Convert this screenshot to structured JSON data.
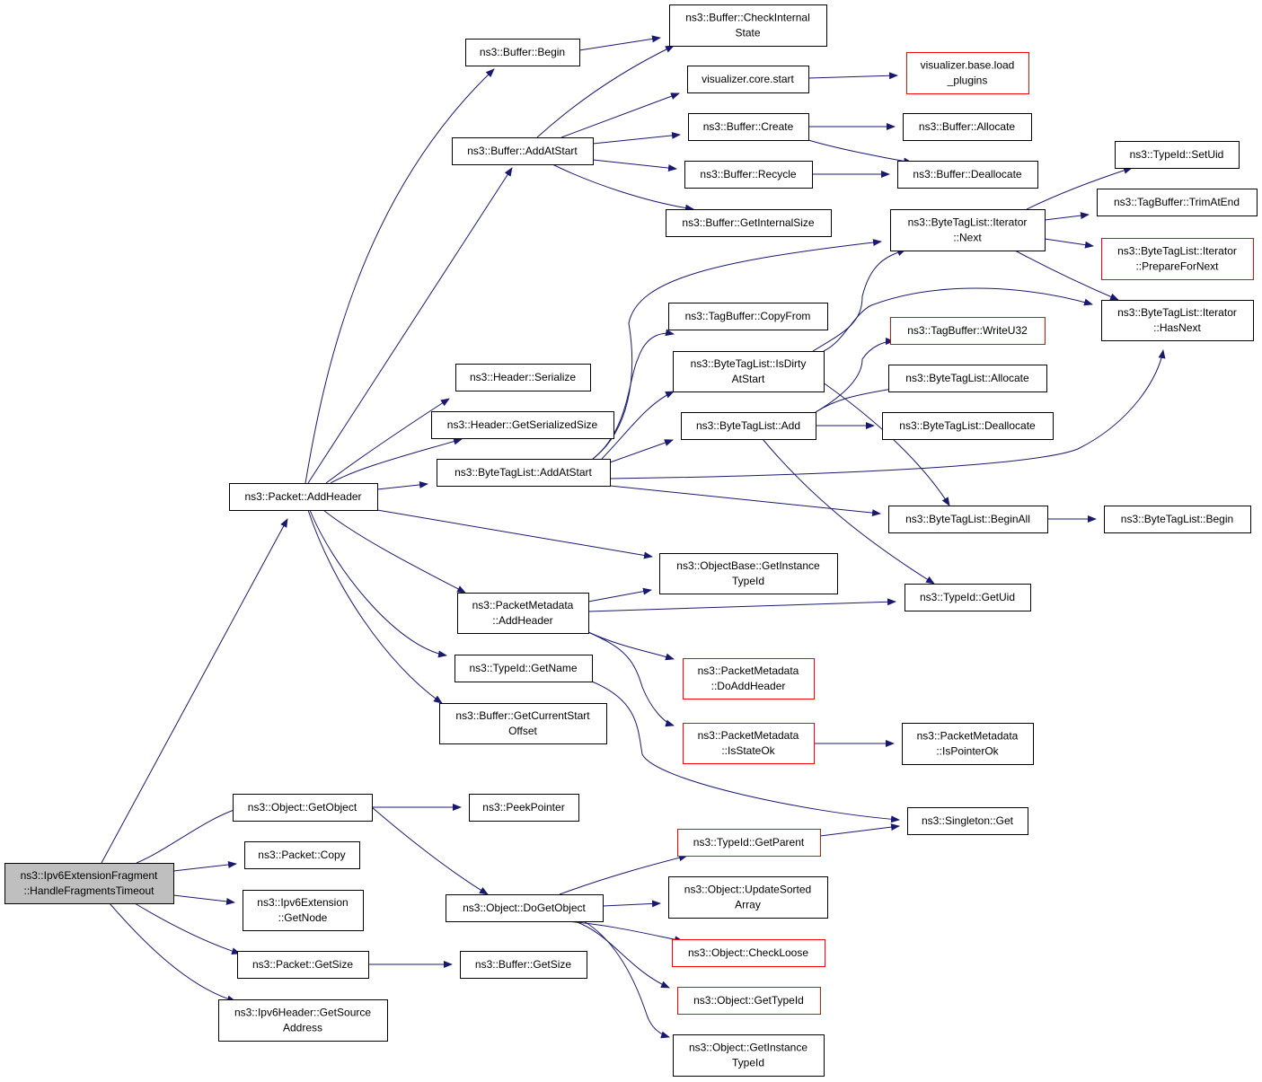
{
  "diagram": {
    "colors": {
      "edge": "#191970",
      "node_border": "#000000",
      "node_border_red": "#ff0000",
      "root_fill": "#bfbfbf"
    },
    "nodes": [
      {
        "id": "root",
        "lines": [
          "ns3::Ipv6ExtensionFragment",
          "::HandleFragmentsTimeout"
        ],
        "style": "root"
      },
      {
        "id": "addheader",
        "lines": [
          "ns3::Packet::AddHeader"
        ],
        "style": "normal"
      },
      {
        "id": "getobject",
        "lines": [
          "ns3::Object::GetObject"
        ],
        "style": "normal"
      },
      {
        "id": "copy",
        "lines": [
          "ns3::Packet::Copy"
        ],
        "style": "normal"
      },
      {
        "id": "getnode",
        "lines": [
          "ns3::Ipv6Extension",
          "::GetNode"
        ],
        "style": "normal"
      },
      {
        "id": "getsize",
        "lines": [
          "ns3::Packet::GetSize"
        ],
        "style": "normal"
      },
      {
        "id": "getsrc",
        "lines": [
          "ns3::Ipv6Header::GetSource",
          "Address"
        ],
        "style": "normal"
      },
      {
        "id": "bufbegin",
        "lines": [
          "ns3::Buffer::Begin"
        ],
        "style": "normal"
      },
      {
        "id": "bufaddatstart",
        "lines": [
          "ns3::Buffer::AddAtStart"
        ],
        "style": "normal"
      },
      {
        "id": "hserialize",
        "lines": [
          "ns3::Header::Serialize"
        ],
        "style": "normal"
      },
      {
        "id": "hgetsersize",
        "lines": [
          "ns3::Header::GetSerializedSize"
        ],
        "style": "normal"
      },
      {
        "id": "btladdatstart",
        "lines": [
          "ns3::ByteTagList::AddAtStart"
        ],
        "style": "normal"
      },
      {
        "id": "pmaddheader",
        "lines": [
          "ns3::PacketMetadata",
          "::AddHeader"
        ],
        "style": "normal"
      },
      {
        "id": "tidgetname",
        "lines": [
          "ns3::TypeId::GetName"
        ],
        "style": "normal"
      },
      {
        "id": "bufgetcurstart",
        "lines": [
          "ns3::Buffer::GetCurrentStart",
          "Offset"
        ],
        "style": "normal"
      },
      {
        "id": "peekpointer",
        "lines": [
          "ns3::PeekPointer"
        ],
        "style": "normal"
      },
      {
        "id": "dogetobject",
        "lines": [
          "ns3::Object::DoGetObject"
        ],
        "style": "normal"
      },
      {
        "id": "bufgetsize",
        "lines": [
          "ns3::Buffer::GetSize"
        ],
        "style": "normal"
      },
      {
        "id": "bufcheck",
        "lines": [
          "ns3::Buffer::CheckInternal",
          "State"
        ],
        "style": "normal"
      },
      {
        "id": "vizstart",
        "lines": [
          "visualizer.core.start"
        ],
        "style": "normal"
      },
      {
        "id": "bufcreate",
        "lines": [
          "ns3::Buffer::Create"
        ],
        "style": "normal"
      },
      {
        "id": "bufrecycle",
        "lines": [
          "ns3::Buffer::Recycle"
        ],
        "style": "normal"
      },
      {
        "id": "bufgetinternal",
        "lines": [
          "ns3::Buffer::GetInternalSize"
        ],
        "style": "normal"
      },
      {
        "id": "tbcopyfrom",
        "lines": [
          "ns3::TagBuffer::CopyFrom"
        ],
        "style": "normal"
      },
      {
        "id": "btlisdirty",
        "lines": [
          "ns3::ByteTagList::IsDirty",
          "AtStart"
        ],
        "style": "normal"
      },
      {
        "id": "btladd",
        "lines": [
          "ns3::ByteTagList::Add"
        ],
        "style": "normal"
      },
      {
        "id": "objbasegetinst",
        "lines": [
          "ns3::ObjectBase::GetInstance",
          "TypeId"
        ],
        "style": "normal"
      },
      {
        "id": "pmdoaddheader",
        "lines": [
          "ns3::PacketMetadata",
          "::DoAddHeader"
        ],
        "style": "red"
      },
      {
        "id": "pmisstateok",
        "lines": [
          "ns3::PacketMetadata",
          "::IsStateOk"
        ],
        "style": "red"
      },
      {
        "id": "tidgetparent",
        "lines": [
          "ns3::TypeId::GetParent"
        ],
        "style": "red"
      },
      {
        "id": "objupdsorted",
        "lines": [
          "ns3::Object::UpdateSorted",
          "Array"
        ],
        "style": "normal"
      },
      {
        "id": "objcheckloose",
        "lines": [
          "ns3::Object::CheckLoose"
        ],
        "style": "red"
      },
      {
        "id": "objgettypeid",
        "lines": [
          "ns3::Object::GetTypeId"
        ],
        "style": "red"
      },
      {
        "id": "objgetinst",
        "lines": [
          "ns3::Object::GetInstance",
          "TypeId"
        ],
        "style": "normal"
      },
      {
        "id": "vizload",
        "lines": [
          "visualizer.base.load",
          "_plugins"
        ],
        "style": "red"
      },
      {
        "id": "bufallocate",
        "lines": [
          "ns3::Buffer::Allocate"
        ],
        "style": "normal"
      },
      {
        "id": "bufdealloc",
        "lines": [
          "ns3::Buffer::Deallocate"
        ],
        "style": "normal"
      },
      {
        "id": "btlitnext",
        "lines": [
          "ns3::ByteTagList::Iterator",
          "::Next"
        ],
        "style": "normal"
      },
      {
        "id": "tbwriteu32",
        "lines": [
          "ns3::TagBuffer::WriteU32"
        ],
        "style": "red"
      },
      {
        "id": "btlallocate",
        "lines": [
          "ns3::ByteTagList::Allocate"
        ],
        "style": "normal"
      },
      {
        "id": "btldealloc",
        "lines": [
          "ns3::ByteTagList::Deallocate"
        ],
        "style": "normal"
      },
      {
        "id": "btlbeginall",
        "lines": [
          "ns3::ByteTagList::BeginAll"
        ],
        "style": "normal"
      },
      {
        "id": "tidgetuid",
        "lines": [
          "ns3::TypeId::GetUid"
        ],
        "style": "normal"
      },
      {
        "id": "pmispointerok",
        "lines": [
          "ns3::PacketMetadata",
          "::IsPointerOk"
        ],
        "style": "normal"
      },
      {
        "id": "singletonget",
        "lines": [
          "ns3::Singleton::Get"
        ],
        "style": "normal"
      },
      {
        "id": "tidsetuid",
        "lines": [
          "ns3::TypeId::SetUid"
        ],
        "style": "normal"
      },
      {
        "id": "tbtrimatend",
        "lines": [
          "ns3::TagBuffer::TrimAtEnd"
        ],
        "style": "normal"
      },
      {
        "id": "btlprepare",
        "lines": [
          "ns3::ByteTagList::Iterator",
          "::PrepareForNext"
        ],
        "style": "red"
      },
      {
        "id": "btlhasnext",
        "lines": [
          "ns3::ByteTagList::Iterator",
          "::HasNext"
        ],
        "style": "normal"
      },
      {
        "id": "btlbegin",
        "lines": [
          "ns3::ByteTagList::Begin"
        ],
        "style": "normal"
      }
    ]
  }
}
